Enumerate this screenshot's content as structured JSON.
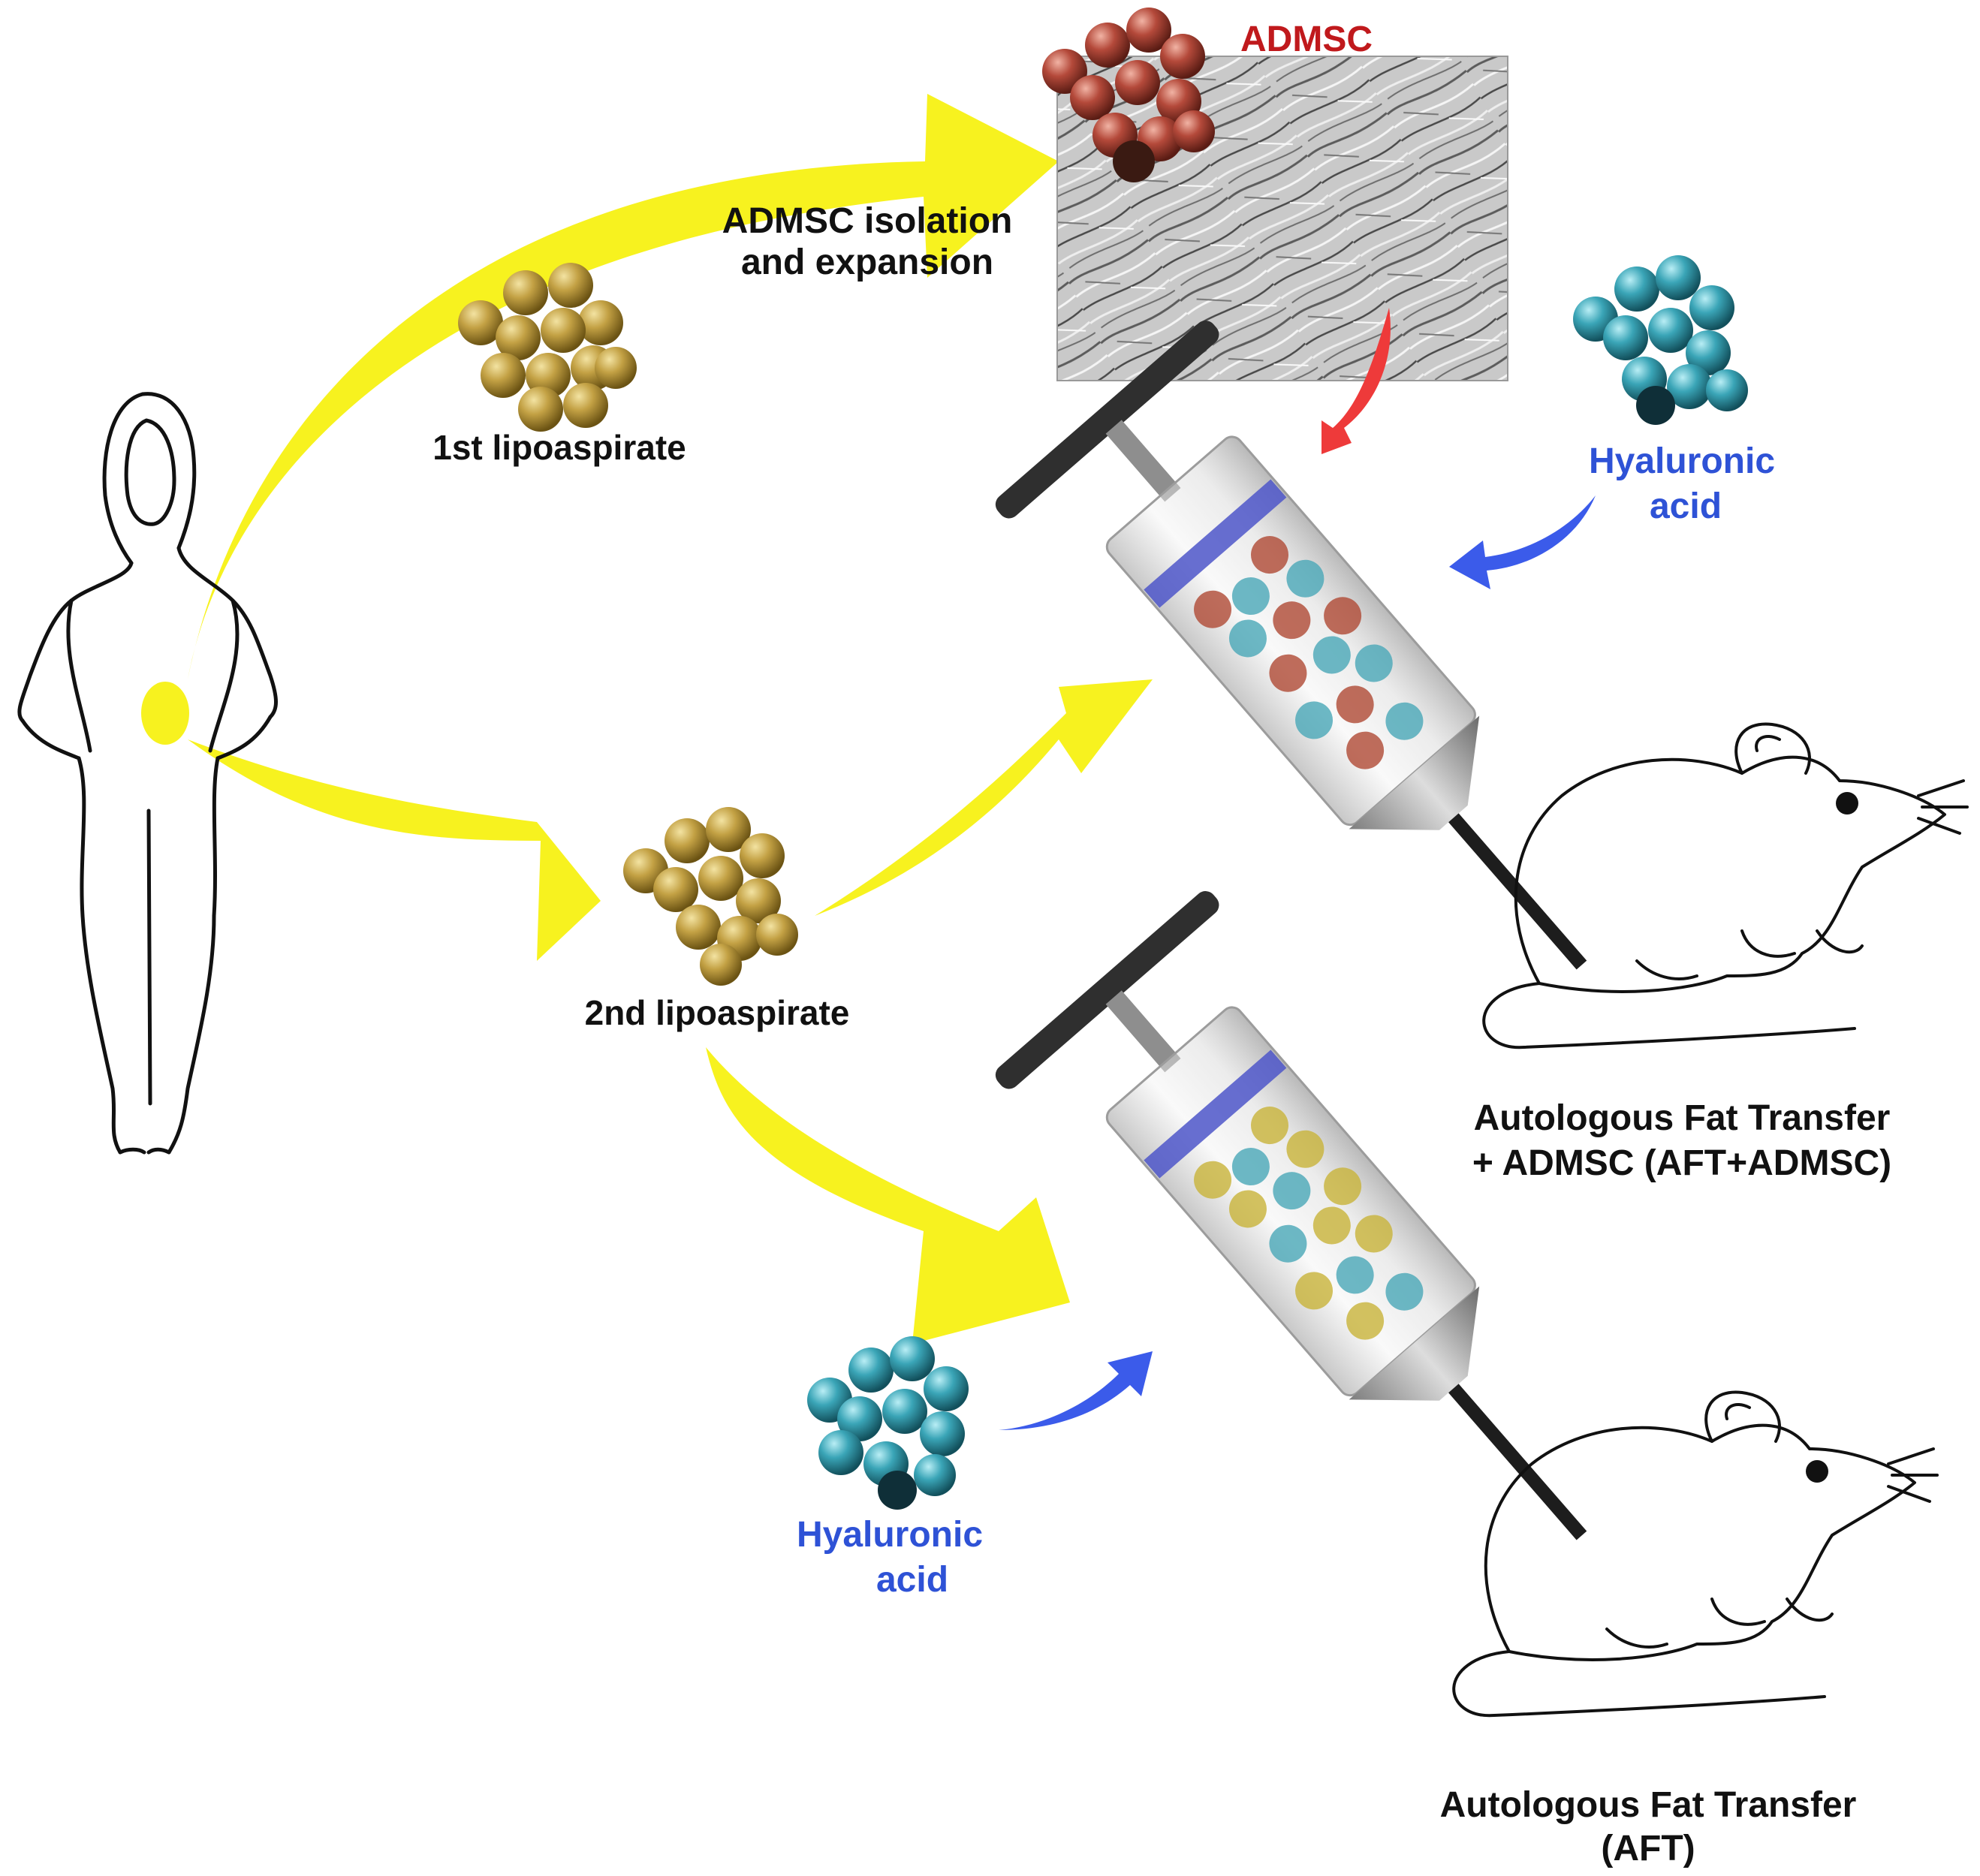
{
  "labels": {
    "admsc_title": "ADMSC",
    "isolation_line1": "ADMSC isolation",
    "isolation_line2": "and expansion",
    "first_lipoaspirate": "1st lipoaspirate",
    "second_lipoaspirate": "2nd lipoaspirate",
    "hyaluronic_top_line1": "Hyaluronic",
    "hyaluronic_top_line2": "acid",
    "hyaluronic_bottom_line1": "Hyaluronic",
    "hyaluronic_bottom_line2": "acid",
    "aft_admsc_line1": "Autologous Fat Transfer",
    "aft_admsc_line2": "+ ADMSC (AFT+ADMSC)",
    "aft_line1": "Autologous Fat Transfer",
    "aft_line2": "(AFT)"
  },
  "colors": {
    "arrow_yellow": "#f7f21f",
    "fat_cluster": "#b99a3c",
    "admsc_cluster": "#b5473a",
    "hyaluronic_cluster": "#3fa6b8",
    "arrow_blue": "#3b5bea",
    "arrow_red": "#ee3a3a",
    "label_blue": "#2e52d6",
    "label_red": "#c0191c"
  },
  "icons": [
    "woman-silhouette-icon",
    "mouse-icon",
    "syringe-icon",
    "cell-cluster-icon",
    "micrograph-image"
  ]
}
